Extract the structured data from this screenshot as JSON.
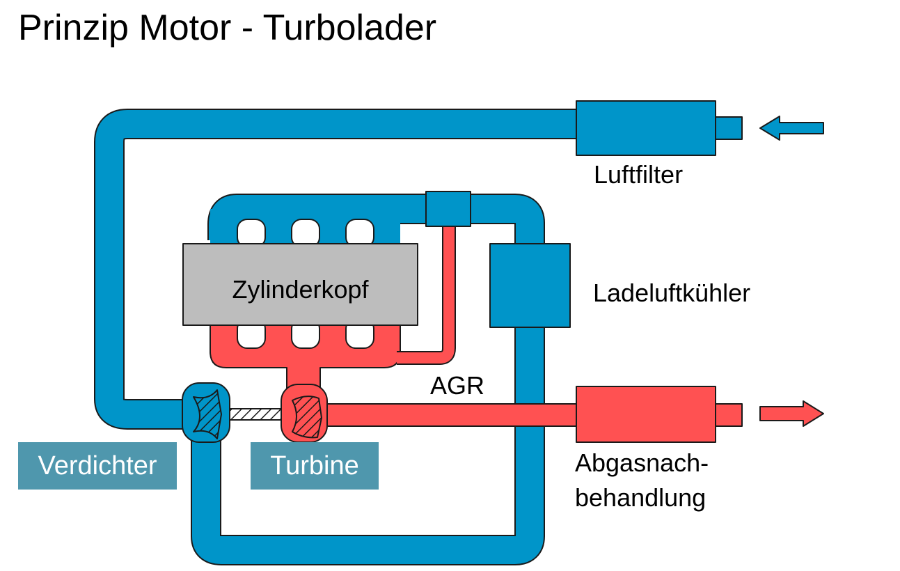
{
  "title": "Prinzip Motor - Turbolader",
  "labels": {
    "zylinderkopf": "Zylinderkopf",
    "luftfilter": "Luftfilter",
    "ladeluftkuehler": "Ladeluftkühler",
    "agr": "AGR",
    "abgas_line1": "Abgasnach-",
    "abgas_line2": "behandlung",
    "verdichter": "Verdichter",
    "turbine": "Turbine"
  },
  "colors": {
    "air": "#0095c9",
    "exhaust": "#ff5152",
    "head": "#bdbdbd",
    "badge": "#4f97ad",
    "outline": "#1a1a1a"
  }
}
